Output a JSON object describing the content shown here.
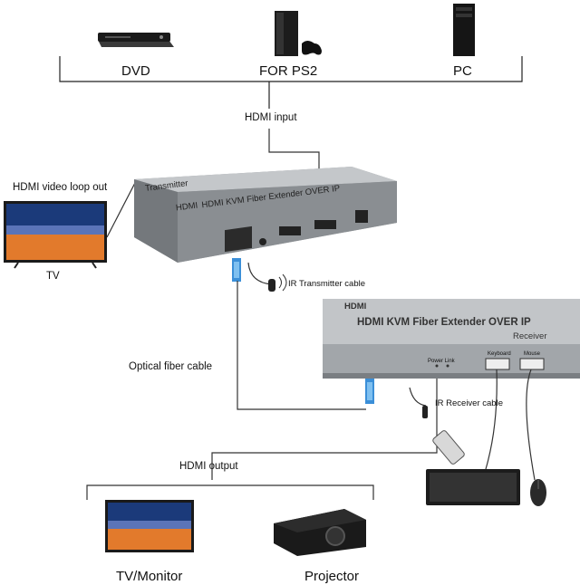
{
  "sources": {
    "dvd": "DVD",
    "ps2": "FOR PS2",
    "pc": "PC"
  },
  "labels": {
    "hdmi_input": "HDMI input",
    "hdmi_loop_out": "HDMI video loop out",
    "tv": "TV",
    "ir_transmitter": "IR Transmitter cable",
    "optical_fiber": "Optical fiber cable",
    "ir_receiver": "IR Receiver cable",
    "hdmi_output": "HDMI output",
    "tv_monitor": "TV/Monitor",
    "projector": "Projector"
  },
  "transmitter": {
    "brand": "HDMI",
    "title": "HDMI KVM Fiber Extender OVER IP",
    "subtitle": "Transmitter"
  },
  "receiver": {
    "brand": "HDMI",
    "title": "HDMI KVM Fiber Extender OVER IP",
    "subtitle": "Receiver",
    "power_link": "Power Link",
    "keyboard": "Keyboard",
    "mouse": "Mouse"
  }
}
